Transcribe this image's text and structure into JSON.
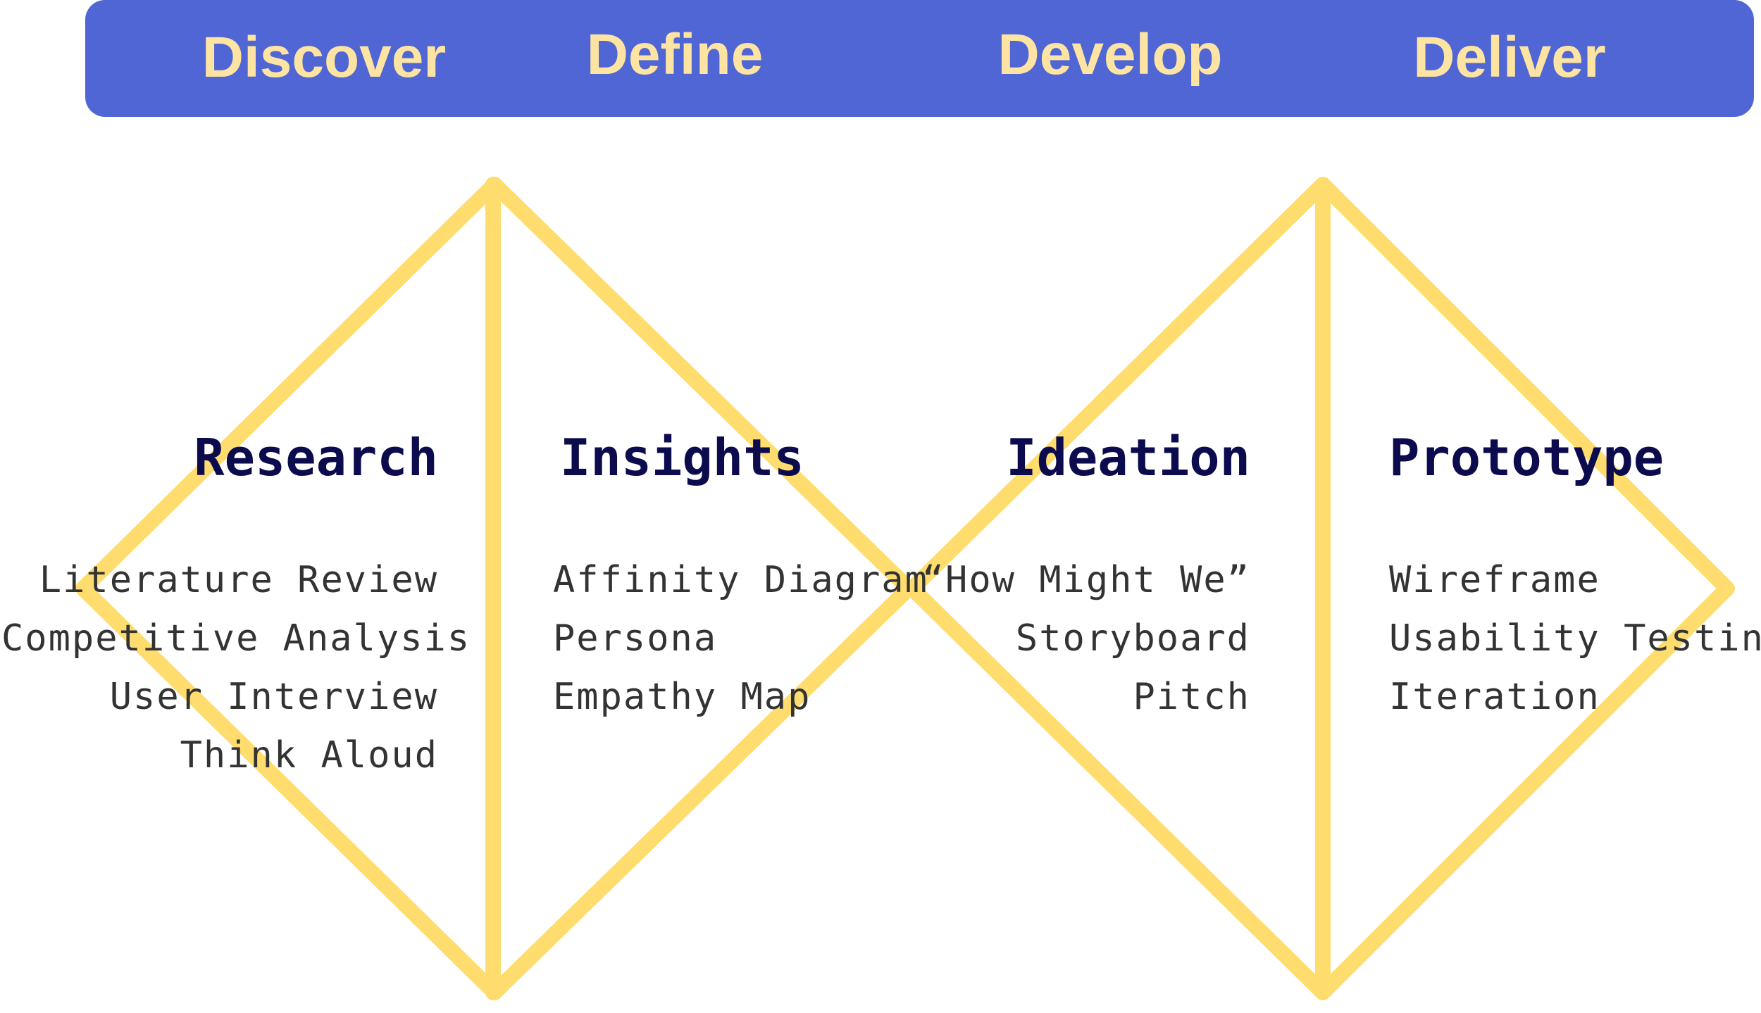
{
  "phases": [
    {
      "label": "Discover"
    },
    {
      "label": "Define"
    },
    {
      "label": "Develop"
    },
    {
      "label": "Deliver"
    }
  ],
  "stages": [
    {
      "title": "Research",
      "methods": [
        "Literature Review",
        "Competitive Analysis",
        "User Interview",
        "Think Aloud"
      ]
    },
    {
      "title": "Insights",
      "methods": [
        "Affinity Diagram",
        "Persona",
        "Empathy Map"
      ]
    },
    {
      "title": "Ideation",
      "methods": [
        "“How Might We”",
        "Storyboard",
        "Pitch"
      ]
    },
    {
      "title": "Prototype",
      "methods": [
        "Wireframe",
        "Usability Testing",
        "Iteration"
      ]
    }
  ],
  "colors": {
    "phase_bar": "#5066d4",
    "phase_text": "#fde4a3",
    "diamond_stroke": "#fedd6e",
    "stage_title": "#0c0b4d",
    "method_text": "#333333"
  }
}
